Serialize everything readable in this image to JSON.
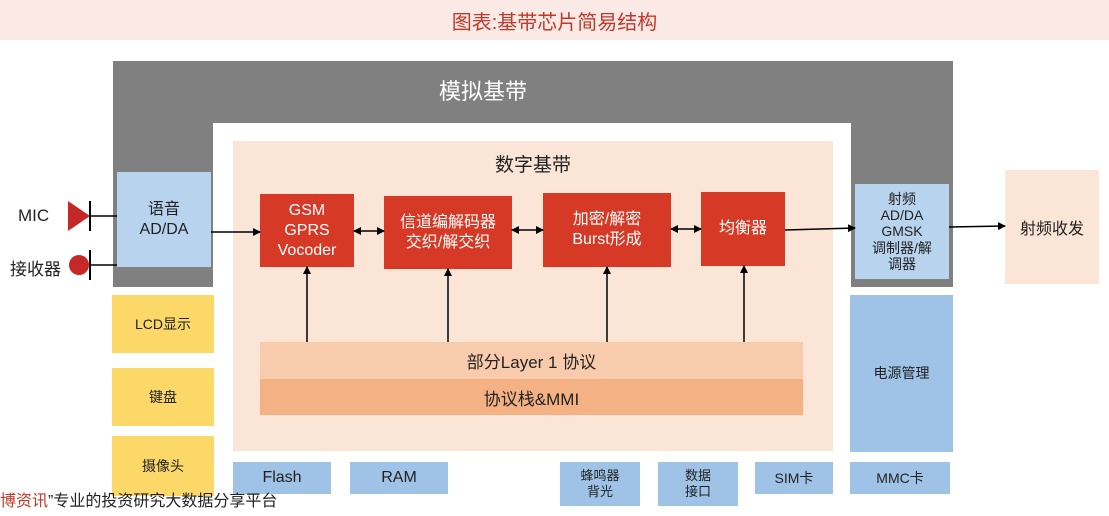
{
  "title": "图表:基带芯片简易结构",
  "analog_baseband": "模拟基带",
  "digital_baseband": "数字基带",
  "inputs": {
    "mic": "MIC",
    "receiver": "接收器"
  },
  "voice_adda": [
    "语音",
    "AD/DA"
  ],
  "processing_blocks": [
    {
      "lines": [
        "GSM",
        "GPRS",
        "Vocoder"
      ]
    },
    {
      "lines": [
        "信道编解码器",
        "交织/解交织"
      ]
    },
    {
      "lines": [
        "加密/解密",
        "Burst形成"
      ]
    },
    {
      "lines": [
        "均衡器"
      ]
    }
  ],
  "rf_modulator": [
    "射频",
    "AD/DA",
    "GMSK",
    "调制器/解",
    "调器"
  ],
  "rf_transceiver": "射频收发",
  "layer1": "部分Layer 1 协议",
  "protocol_stack": "协议栈&MMI",
  "peripherals_left": [
    "LCD显示",
    "键盘",
    "摄像头"
  ],
  "power_management": "电源管理",
  "bottom_modules": {
    "flash": "Flash",
    "ram": "RAM",
    "buzzer": [
      "蜂鸣器",
      "背光"
    ],
    "data_port": [
      "数据",
      "接口"
    ],
    "sim": "SIM卡",
    "mmc": "MMC卡"
  },
  "footer": {
    "brand": "博资讯",
    "quote_mark": "”",
    "slogan": "专业的投资研究大数据分享平台"
  },
  "colors": {
    "red_block": "#d63a26",
    "analog_gray": "#808080",
    "digital_bg": "#fbe5d6",
    "blue_block": "#b8d3ee",
    "yellow_block": "#fcd869"
  }
}
